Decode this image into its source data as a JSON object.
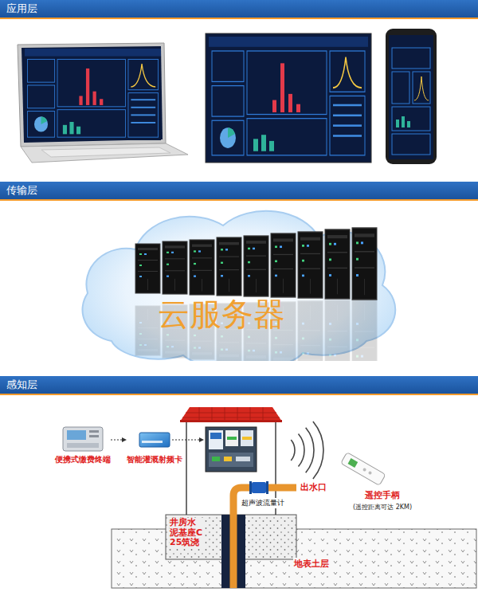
{
  "diagram": {
    "nodes": [
      {
        "text": [
          "应用层"
        ]
      },
      {
        "text": [
          "传输层"
        ]
      },
      {
        "text": [
          "云服务器"
        ]
      },
      {
        "text": [
          "感知层"
        ]
      },
      {
        "text": [
          "便携式缴费终端"
        ]
      },
      {
        "text": [
          "智能灌溉射频卡"
        ]
      },
      {
        "text": [
          "遥控手柄",
          "(遥控距离可达 2KM)"
        ]
      }
    ],
    "edges": [
      {
        "from": 4,
        "to": 5,
        "arrow": "to"
      }
    ],
    "labels": [
      "出水口",
      "超声波流量计",
      "井房水泥基座C25筑浇",
      "地表土层"
    ]
  }
}
